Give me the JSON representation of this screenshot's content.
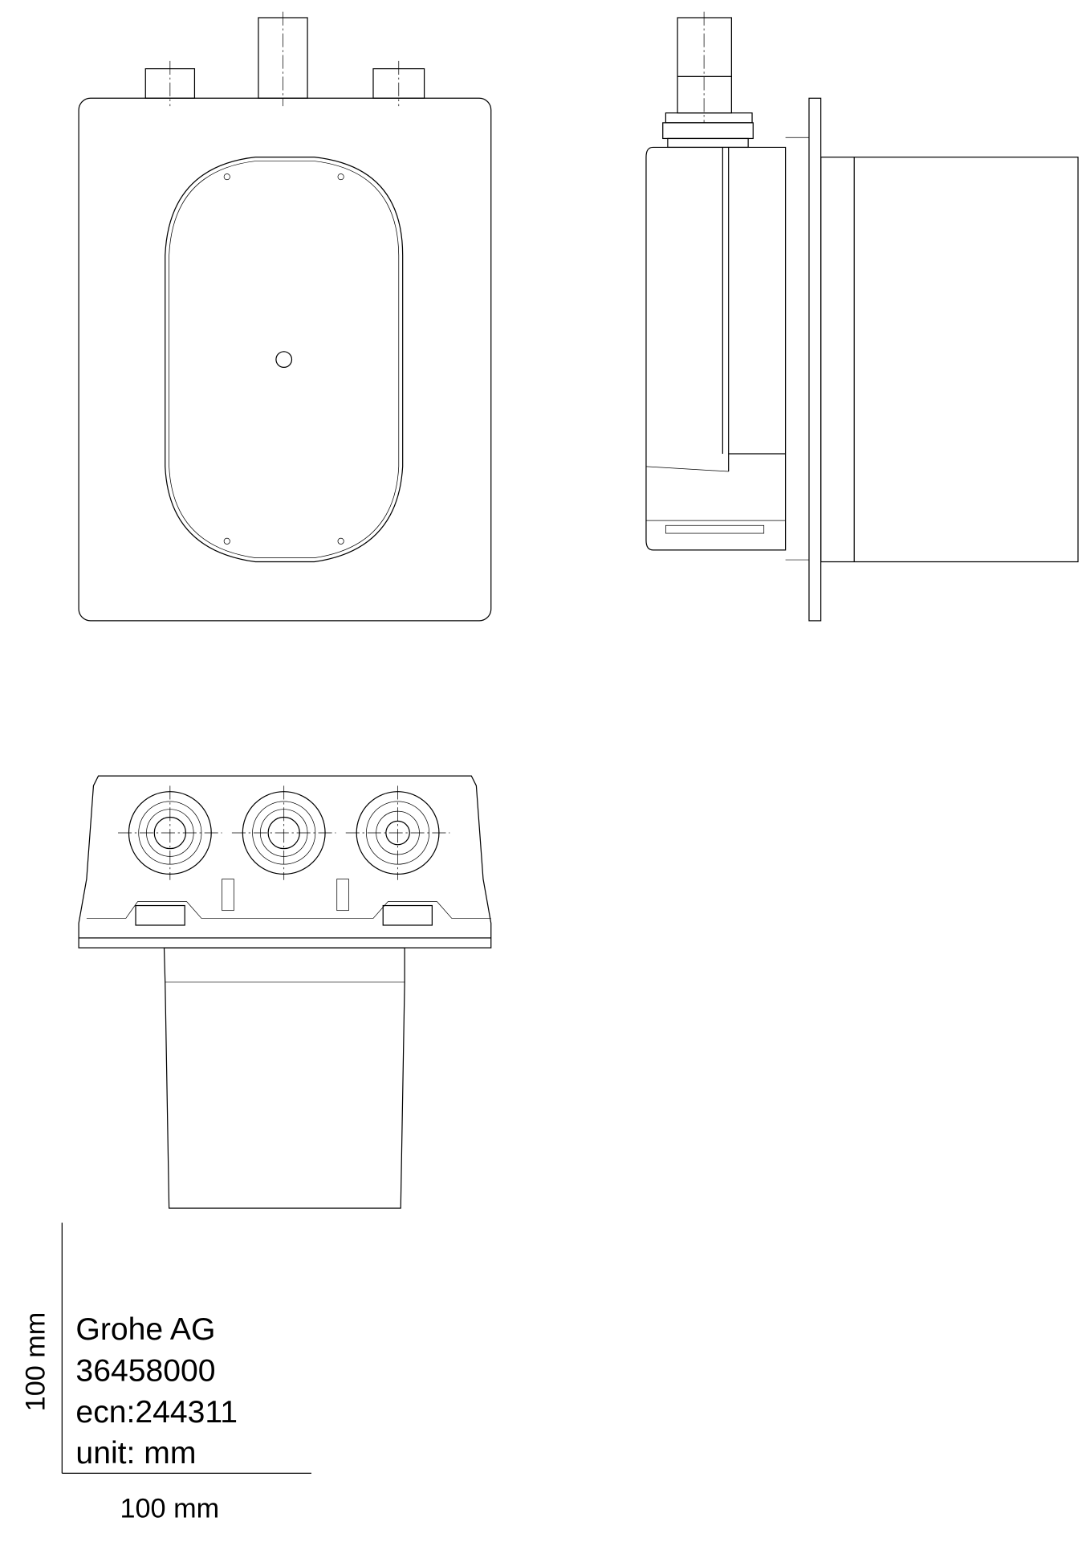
{
  "title_block": {
    "manufacturer": "Grohe AG",
    "part_number": "36458000",
    "ecn": "ecn:244311",
    "unit": "unit: mm"
  },
  "scale_bar": {
    "vertical_label": "100 mm",
    "horizontal_label": "100 mm"
  },
  "colors": {
    "line": "#000000",
    "background": "#ffffff"
  }
}
